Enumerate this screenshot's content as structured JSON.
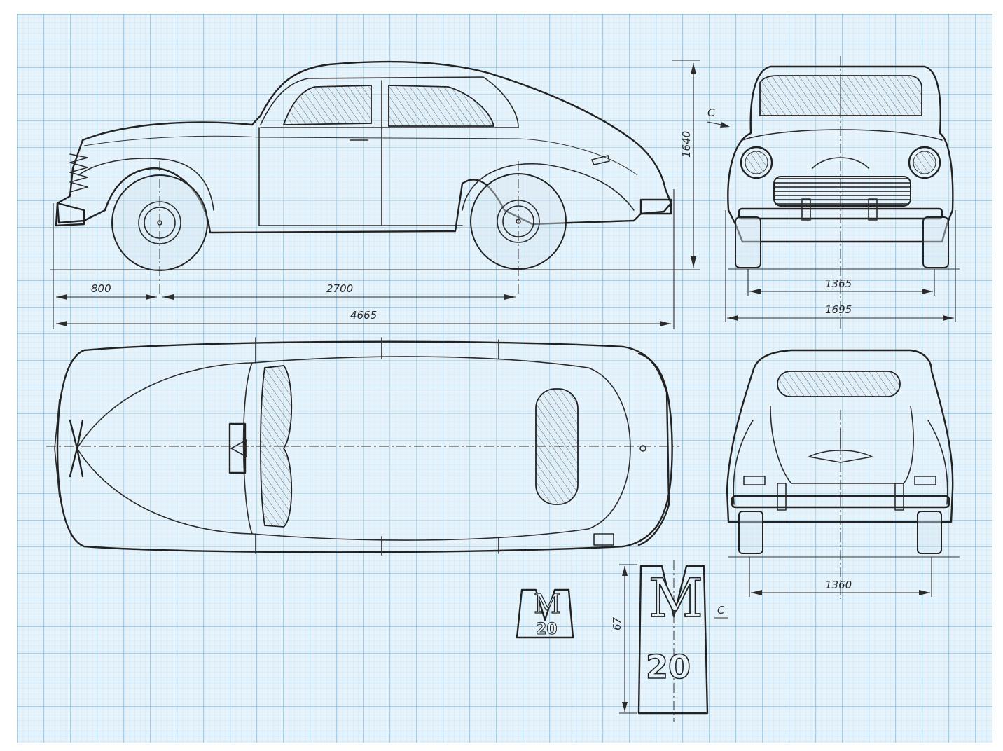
{
  "colors": {
    "paper": "#e6f3fb",
    "grid_minor": "#a9d3ef",
    "grid_major": "#4fa3dc",
    "ink": "#2b2b2b"
  },
  "side_view": {
    "front_overhang": "800",
    "wheelbase": "2700",
    "overall_length": "4665",
    "height": "1640",
    "view_marker": "C"
  },
  "front_view": {
    "front_track": "1365",
    "overall_width": "1695"
  },
  "rear_view": {
    "rear_track": "1360"
  },
  "emblem": {
    "letter": "M",
    "number": "20",
    "height_dim": "67",
    "section_marker": "C"
  }
}
